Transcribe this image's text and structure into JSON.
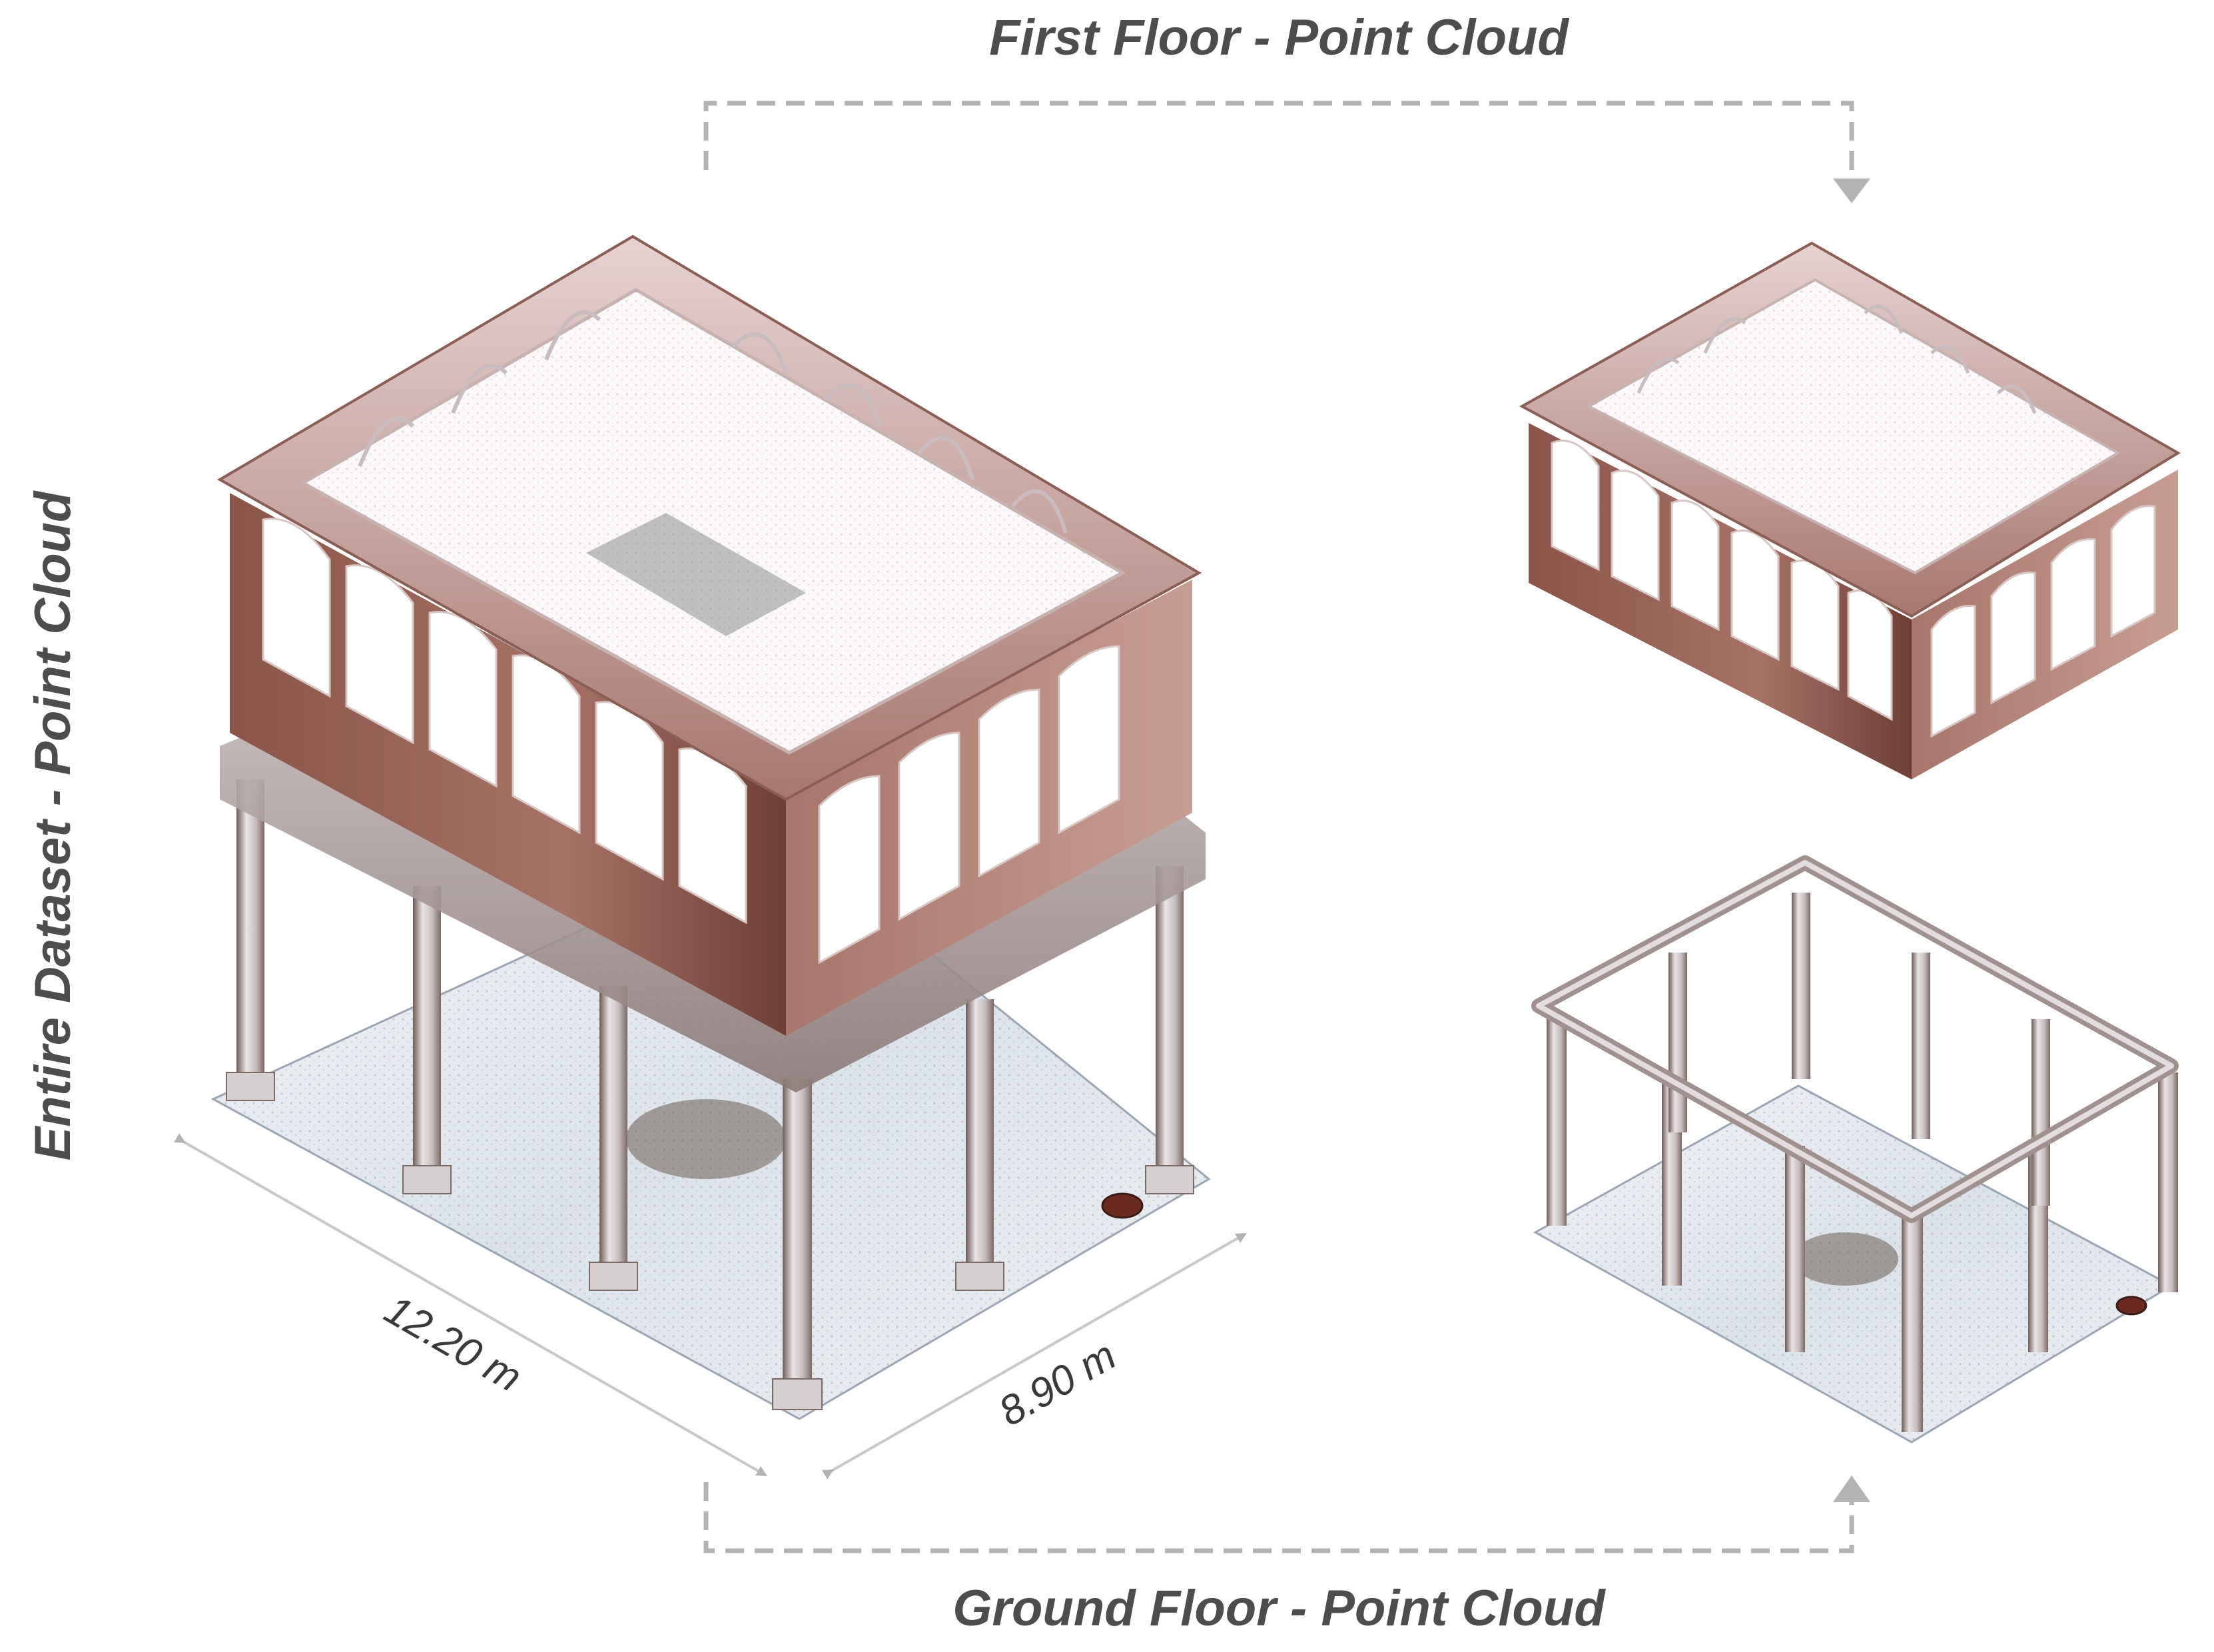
{
  "labels": {
    "first_floor": "First Floor - Point Cloud",
    "ground_floor": "Ground Floor - Point Cloud",
    "entire_dataset": "Entire Dataset - Point Cloud"
  },
  "dimensions": {
    "length": "12.20 m",
    "width": "8.90 m"
  },
  "colors": {
    "label_text": "#4d4d4d",
    "connector": "#b3b3b3",
    "dimension_line": "#c8c8c8",
    "stone_light": "#e8e4ea",
    "stone_mid": "#b9aab0",
    "brick": "#7a4a3e",
    "brick_light": "#b48a80",
    "floor": "#dde3ea"
  }
}
